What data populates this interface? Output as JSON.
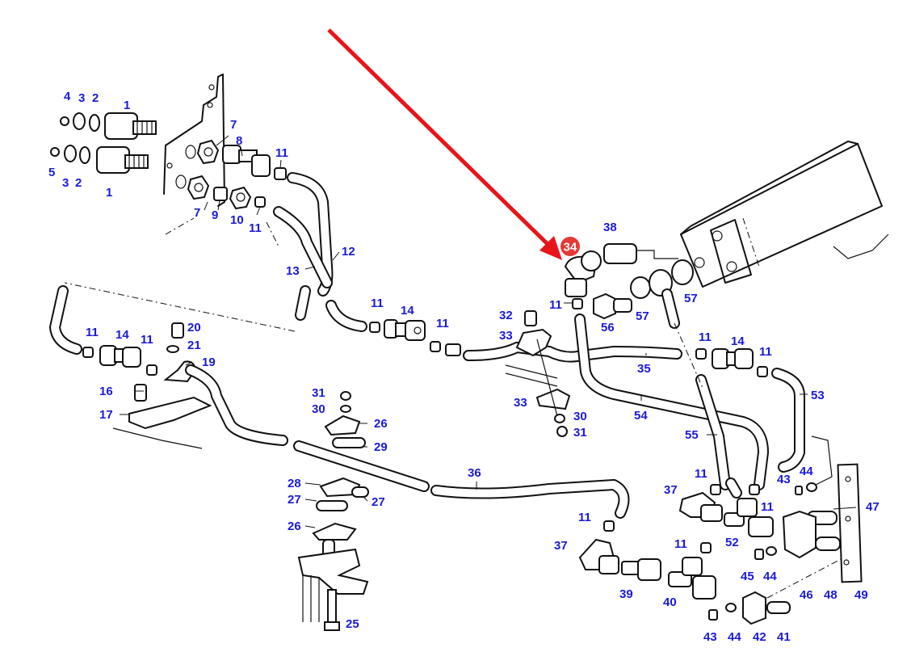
{
  "diagram": {
    "title": "Hydraulic pipe assembly exploded view",
    "label_color": "#1a1ad8",
    "highlight": {
      "part": "34",
      "badge_color": "#e53935",
      "arrow_color": "#e8141a"
    },
    "labels": [
      {
        "id": "4a",
        "text": "4"
      },
      {
        "id": "3a",
        "text": "3"
      },
      {
        "id": "2a",
        "text": "2"
      },
      {
        "id": "1a",
        "text": "1"
      },
      {
        "id": "5a",
        "text": "5"
      },
      {
        "id": "3b",
        "text": "3"
      },
      {
        "id": "2b",
        "text": "2"
      },
      {
        "id": "1b",
        "text": "1"
      },
      {
        "id": "7a",
        "text": "7"
      },
      {
        "id": "8a",
        "text": "8"
      },
      {
        "id": "11a",
        "text": "11"
      },
      {
        "id": "7b",
        "text": "7"
      },
      {
        "id": "9a",
        "text": "9"
      },
      {
        "id": "10a",
        "text": "10"
      },
      {
        "id": "11b",
        "text": "11"
      },
      {
        "id": "12a",
        "text": "12"
      },
      {
        "id": "13a",
        "text": "13"
      },
      {
        "id": "11c",
        "text": "11"
      },
      {
        "id": "14a",
        "text": "14"
      },
      {
        "id": "11d",
        "text": "11"
      },
      {
        "id": "32a",
        "text": "32"
      },
      {
        "id": "33a",
        "text": "33"
      },
      {
        "id": "33b",
        "text": "33"
      },
      {
        "id": "30a",
        "text": "30"
      },
      {
        "id": "31a",
        "text": "31"
      },
      {
        "id": "38a",
        "text": "38"
      },
      {
        "id": "11e",
        "text": "11"
      },
      {
        "id": "56a",
        "text": "56"
      },
      {
        "id": "57a",
        "text": "57"
      },
      {
        "id": "57b",
        "text": "57"
      },
      {
        "id": "11f",
        "text": "11"
      },
      {
        "id": "14b",
        "text": "14"
      },
      {
        "id": "11g",
        "text": "11"
      },
      {
        "id": "35a",
        "text": "35"
      },
      {
        "id": "54a",
        "text": "54"
      },
      {
        "id": "53a",
        "text": "53"
      },
      {
        "id": "55a",
        "text": "55"
      },
      {
        "id": "11h",
        "text": "11"
      },
      {
        "id": "14c",
        "text": "14"
      },
      {
        "id": "11i",
        "text": "11"
      },
      {
        "id": "20a",
        "text": "20"
      },
      {
        "id": "21a",
        "text": "21"
      },
      {
        "id": "19a",
        "text": "19"
      },
      {
        "id": "16a",
        "text": "16"
      },
      {
        "id": "17a",
        "text": "17"
      },
      {
        "id": "31b",
        "text": "31"
      },
      {
        "id": "30b",
        "text": "30"
      },
      {
        "id": "26a",
        "text": "26"
      },
      {
        "id": "29a",
        "text": "29"
      },
      {
        "id": "28a",
        "text": "28"
      },
      {
        "id": "27a",
        "text": "27"
      },
      {
        "id": "27b",
        "text": "27"
      },
      {
        "id": "26b",
        "text": "26"
      },
      {
        "id": "25a",
        "text": "25"
      },
      {
        "id": "36a",
        "text": "36"
      },
      {
        "id": "11j",
        "text": "11"
      },
      {
        "id": "37a",
        "text": "37"
      },
      {
        "id": "39a",
        "text": "39"
      },
      {
        "id": "40a",
        "text": "40"
      },
      {
        "id": "37b",
        "text": "37"
      },
      {
        "id": "11k",
        "text": "11"
      },
      {
        "id": "11l",
        "text": "11"
      },
      {
        "id": "52a",
        "text": "52"
      },
      {
        "id": "11m",
        "text": "11"
      },
      {
        "id": "43a",
        "text": "43"
      },
      {
        "id": "44a",
        "text": "44"
      },
      {
        "id": "47a",
        "text": "47"
      },
      {
        "id": "45a",
        "text": "45"
      },
      {
        "id": "44b",
        "text": "44"
      },
      {
        "id": "46a",
        "text": "46"
      },
      {
        "id": "48a",
        "text": "48"
      },
      {
        "id": "49a",
        "text": "49"
      },
      {
        "id": "43b",
        "text": "43"
      },
      {
        "id": "44c",
        "text": "44"
      },
      {
        "id": "42a",
        "text": "42"
      },
      {
        "id": "41a",
        "text": "41"
      }
    ]
  }
}
